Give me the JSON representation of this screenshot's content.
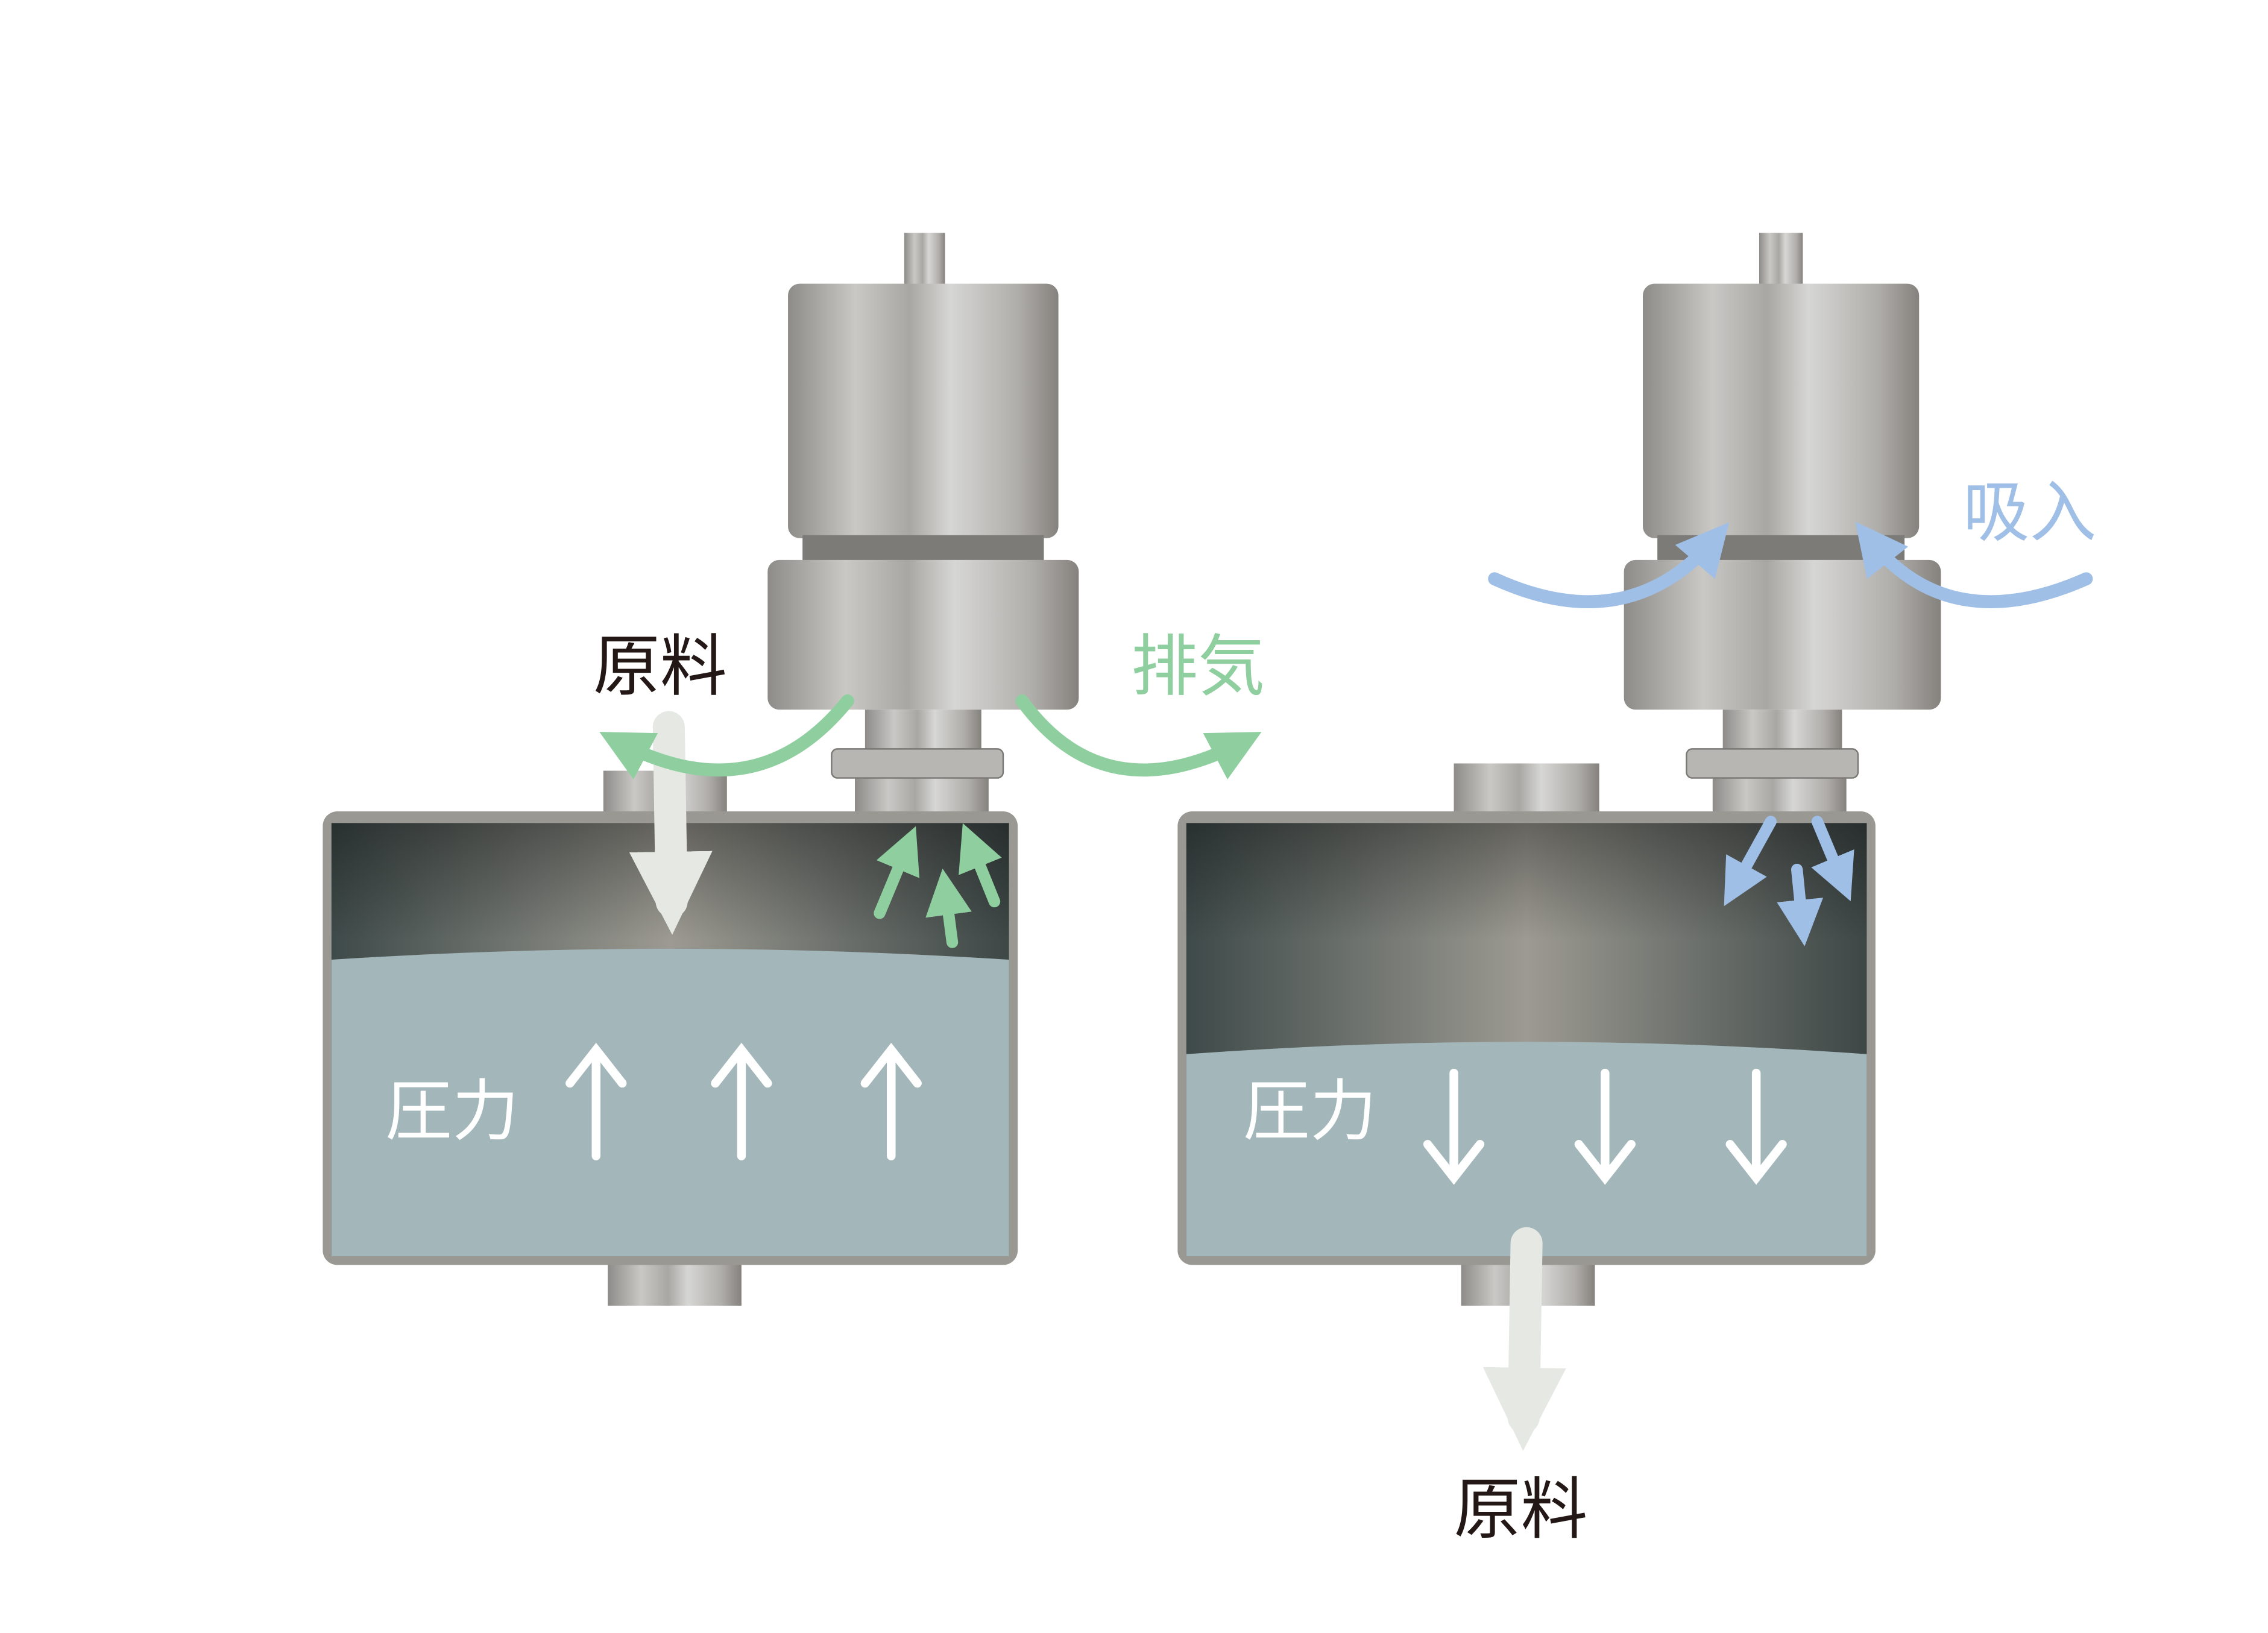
{
  "colors": {
    "exhaust": "#8fcf9f",
    "intake": "#a0bfe6",
    "liquid": "#a3b7bb",
    "material_arrow": "#e6e8e3",
    "label_dark": "#231815"
  },
  "left_panel": {
    "material_label": "原料",
    "exhaust_label": "排気",
    "pressure_label": "圧力",
    "pressure_direction": "up"
  },
  "right_panel": {
    "intake_label": "吸入",
    "pressure_label": "圧力",
    "material_label": "原料",
    "pressure_direction": "down"
  }
}
